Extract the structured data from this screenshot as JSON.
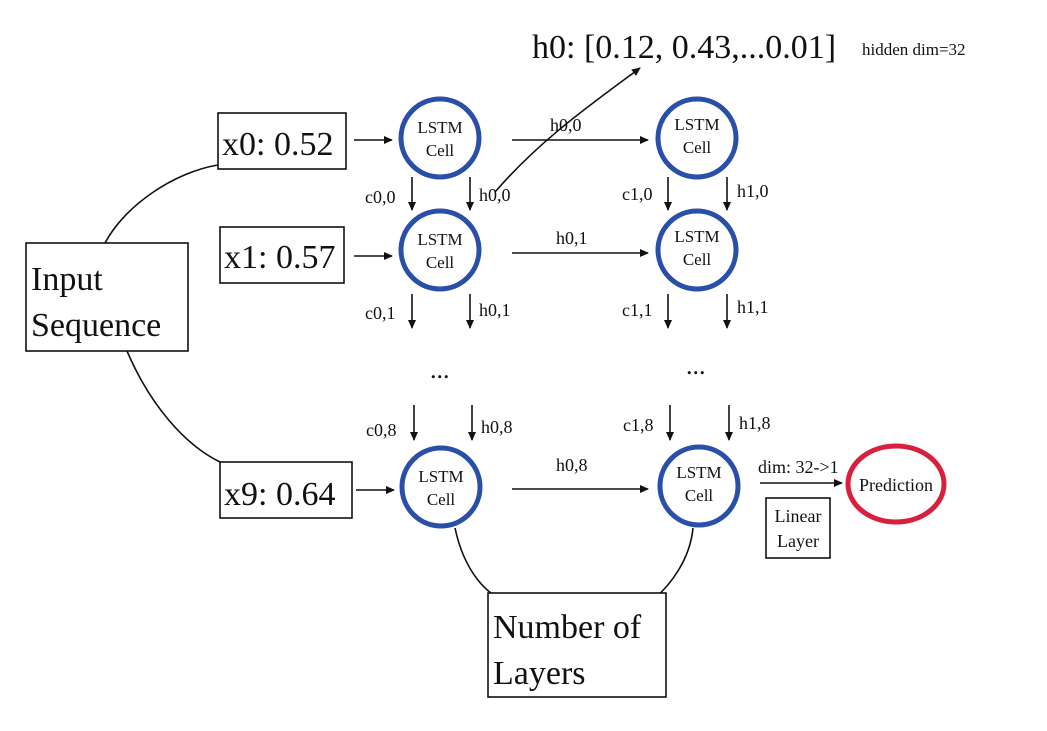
{
  "output_top": {
    "value_text": "h0: [0.12, 0.43,...0.01]",
    "note": "hidden dim=32"
  },
  "inputs": [
    {
      "label": "x0: 0.52"
    },
    {
      "label": "x1: 0.57"
    },
    {
      "label": "x9: 0.64"
    }
  ],
  "input_sequence_box": {
    "line1": "Input",
    "line2": "Sequence"
  },
  "layers_box": {
    "line1": "Number of",
    "line2": "Layers"
  },
  "cell": {
    "line1": "LSTM",
    "line2": "Cell"
  },
  "edges": {
    "h00_right": "h0,0",
    "c00": "c0,0",
    "h00_down": "h0,0",
    "c10": "c1,0",
    "h10": "h1,0",
    "h01_right": "h0,1",
    "c01": "c0,1",
    "h01_down": "h0,1",
    "c11": "c1,1",
    "h11": "h1,1",
    "c08": "c0,8",
    "h08_down": "h0,8",
    "c18": "c1,8",
    "h18": "h1,8",
    "h08_right": "h0,8"
  },
  "ellipsis": "...",
  "linear": {
    "dim": "dim: 32->1",
    "line1": "Linear",
    "line2": "Layer"
  },
  "prediction": "Prediction",
  "colors": {
    "cell_ring": "#2a4fa8",
    "prediction_ring": "#d8203c",
    "ink": "#111111"
  }
}
